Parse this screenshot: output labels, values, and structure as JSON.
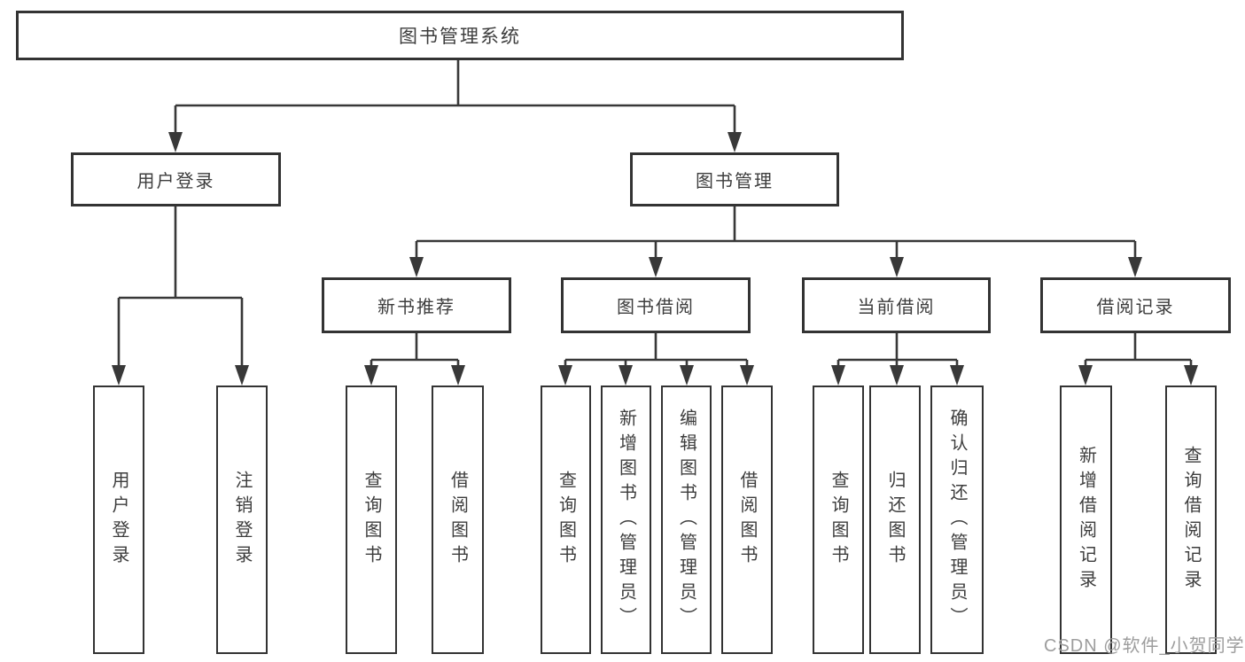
{
  "tree": {
    "label": "图书管理系统",
    "children": [
      {
        "label": "用户登录",
        "children": [
          {
            "label": "用户登录"
          },
          {
            "label": "注销登录"
          }
        ]
      },
      {
        "label": "图书管理",
        "children": [
          {
            "label": "新书推荐",
            "children": [
              {
                "label": "查询图书"
              },
              {
                "label": "借阅图书"
              }
            ]
          },
          {
            "label": "图书借阅",
            "children": [
              {
                "label": "查询图书"
              },
              {
                "label": "新增图书（管理员）"
              },
              {
                "label": "编辑图书（管理员）"
              },
              {
                "label": "借阅图书"
              }
            ]
          },
          {
            "label": "当前借阅",
            "children": [
              {
                "label": "查询图书"
              },
              {
                "label": "归还图书"
              },
              {
                "label": "确认归还（管理员）"
              }
            ]
          },
          {
            "label": "借阅记录",
            "children": [
              {
                "label": "新增借阅记录"
              },
              {
                "label": "查询借阅记录"
              }
            ]
          }
        ]
      }
    ]
  },
  "watermark": {
    "text": "CSDN @软件_小贺同学"
  },
  "colors": {
    "line": "#383838",
    "box_border": "#333333",
    "text": "#3d3d3d",
    "watermark": "#9d9d9d",
    "background": "#ffffff"
  }
}
